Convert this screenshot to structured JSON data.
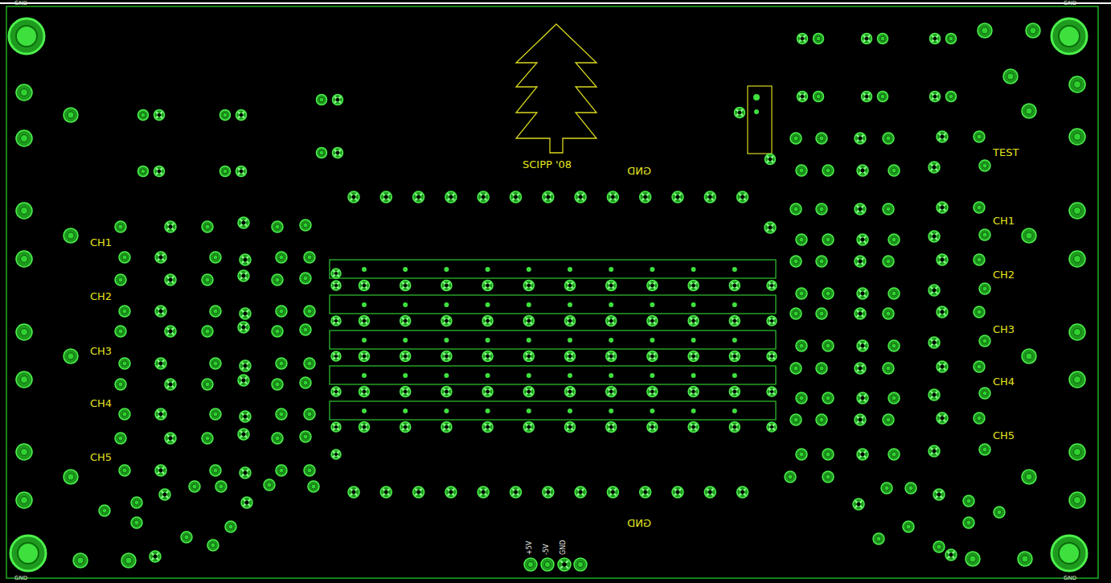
{
  "diagram": {
    "labels": [
      "GND",
      "GND",
      "GND",
      "GND",
      "SCIPP '08",
      "GND",
      "GND",
      "TEST",
      "CH1",
      "CH2",
      "CH3",
      "CH4",
      "CH5",
      "CH1",
      "CH2",
      "CH3",
      "CH4",
      "CH5",
      "+5V",
      "-5V",
      "GND"
    ]
  }
}
